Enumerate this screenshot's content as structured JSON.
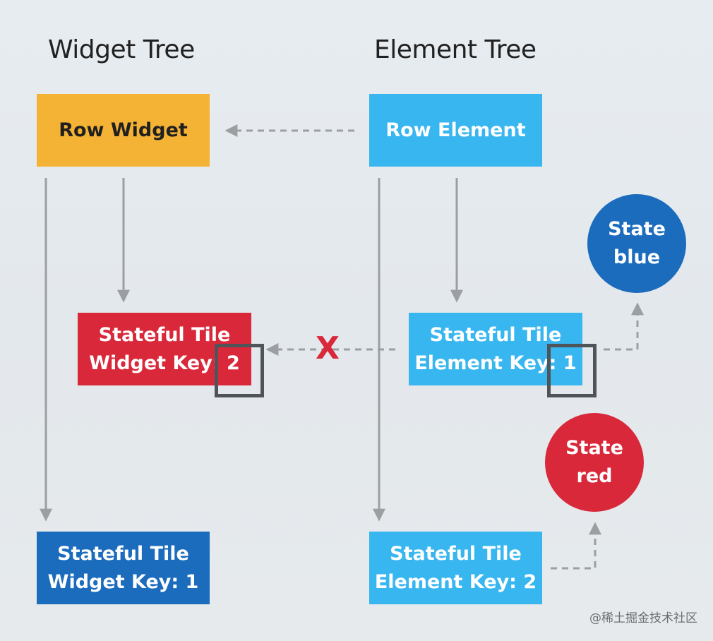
{
  "titles": {
    "widget_tree": "Widget Tree",
    "element_tree": "Element Tree"
  },
  "widget_tree": {
    "row": "Row Widget",
    "stateful_key2": "Stateful Tile\nWidget Key: 2",
    "stateful_key1": "Stateful Tile\nWidget Key: 1"
  },
  "element_tree": {
    "row": "Row Element",
    "stateful_key1": "Stateful Tile\nElement Key: 1",
    "stateful_key2": "Stateful Tile\nElement Key: 2"
  },
  "states": {
    "blue": "State\nblue",
    "red": "State\nred"
  },
  "mismatch_mark": "X",
  "watermark": "@稀土掘金技术社区",
  "colors": {
    "row_widget": "#f5b335",
    "element": "#38b6f0",
    "widget_key2": "#d9283a",
    "widget_key1": "#1b6cbd",
    "state_blue": "#1b6cbd",
    "state_red": "#d9283a",
    "mismatch": "#d9283a"
  }
}
